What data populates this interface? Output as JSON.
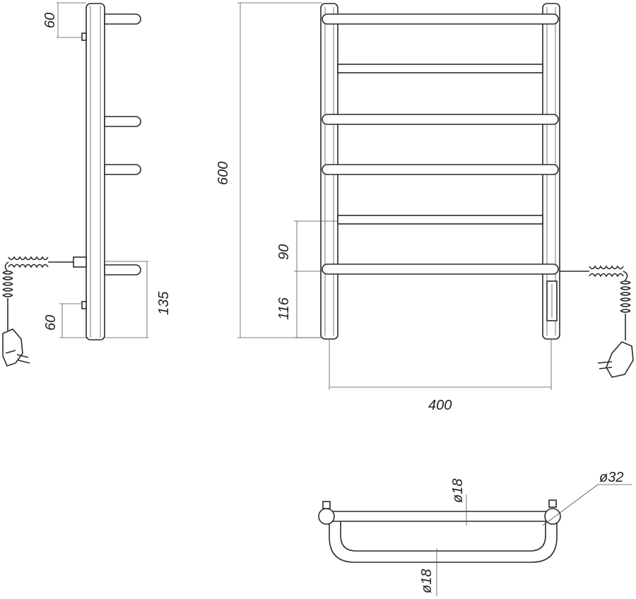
{
  "dimensions": {
    "top_offset": "60",
    "height": "600",
    "left_lower_offset": "60",
    "left_projection": "135",
    "bar_spacing": "90",
    "bottom_offset": "116",
    "width": "400",
    "pipe_diameter_top": "ø18",
    "pipe_diameter_bottom": "ø18",
    "pipe_diameter_side": "ø32"
  }
}
